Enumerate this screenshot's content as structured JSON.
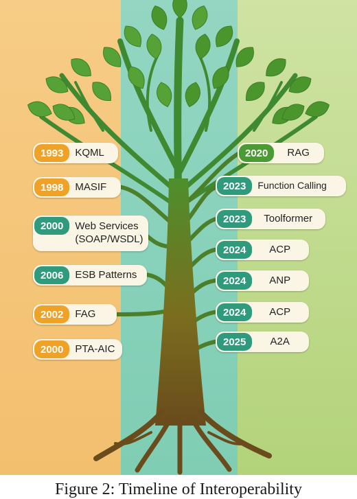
{
  "left_events": [
    {
      "year": "1993",
      "label": "KQML",
      "color": "orange"
    },
    {
      "year": "1998",
      "label": "MASIF",
      "color": "orange"
    },
    {
      "year": "2000",
      "label": "Web Services (SOAP/WSDL)",
      "label_line1": "Web Services",
      "label_line2": "(SOAP/WSDL)",
      "color": "green"
    },
    {
      "year": "2006",
      "label": "ESB Patterns",
      "color": "green"
    },
    {
      "year": "2002",
      "label": "FAG",
      "color": "orange"
    },
    {
      "year": "2000",
      "label": "PTA-AIC",
      "color": "orange"
    }
  ],
  "right_events": [
    {
      "year": "2020",
      "label": "RAG",
      "color": "leaf"
    },
    {
      "year": "2023",
      "label": "Function Calling",
      "color": "green"
    },
    {
      "year": "2023",
      "label": "Toolformer",
      "color": "green"
    },
    {
      "year": "2024",
      "label": "ACP",
      "color": "green"
    },
    {
      "year": "2024",
      "label": "ANP",
      "color": "green"
    },
    {
      "year": "2024",
      "label": "ACP",
      "color": "green"
    },
    {
      "year": "2025",
      "label": "A2A",
      "color": "green"
    }
  ],
  "caption": "Figure 2: Timeline of Interoperability",
  "colors": {
    "left_panel": "#f6c97d",
    "center_panel": "#8dd3bb",
    "right_panel": "#c3dd8a",
    "trunk": "#6b6a22",
    "leaf": "#4f9a2f"
  }
}
